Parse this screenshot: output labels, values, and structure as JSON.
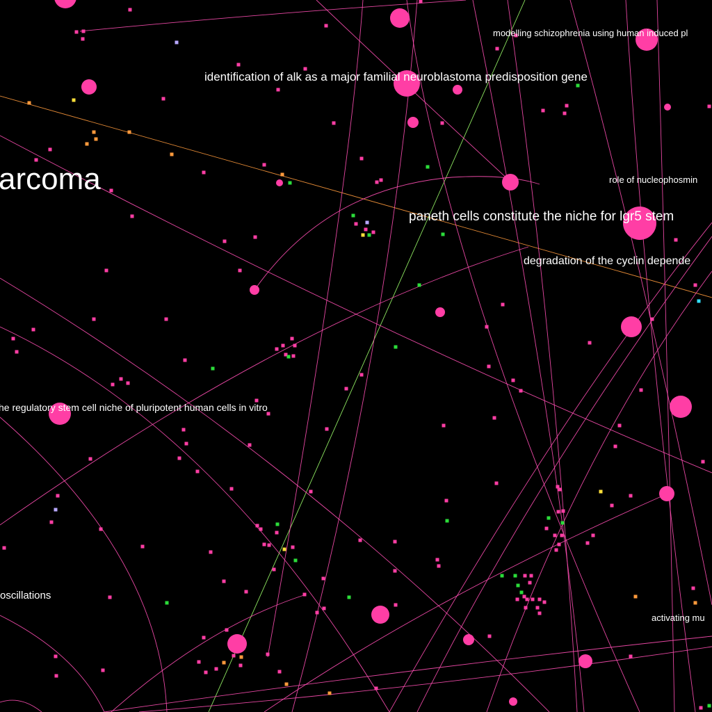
{
  "colors": {
    "background": "#000000",
    "primary_node": "#ff3ea5",
    "edge": "#ff4fb4",
    "edge_orange": "#ff9a3c",
    "edge_green": "#9cff6a",
    "green_node": "#2bdc3a",
    "orange_node": "#ff9a3c",
    "yellow_node": "#ffe03a",
    "lavender_node": "#b8a8ff",
    "cyan_node": "#33e0ff",
    "label": "#ffffff"
  },
  "labels": {
    "sarcoma": "arcoma",
    "alk": "identification of alk as a major familial neuroblastoma predisposition gene",
    "schizophrenia": "modelling schizophrenia using human induced pl",
    "nucleophosmin": "role of nucleophosmin",
    "paneth": "paneth cells constitute the niche for lgr5 stem",
    "cyclin": "degradation of the cyclin depende",
    "niche": "he regulatory stem cell niche of pluripotent human cells in vitro",
    "oscillations": "oscillations",
    "activating": "activating mu"
  }
}
